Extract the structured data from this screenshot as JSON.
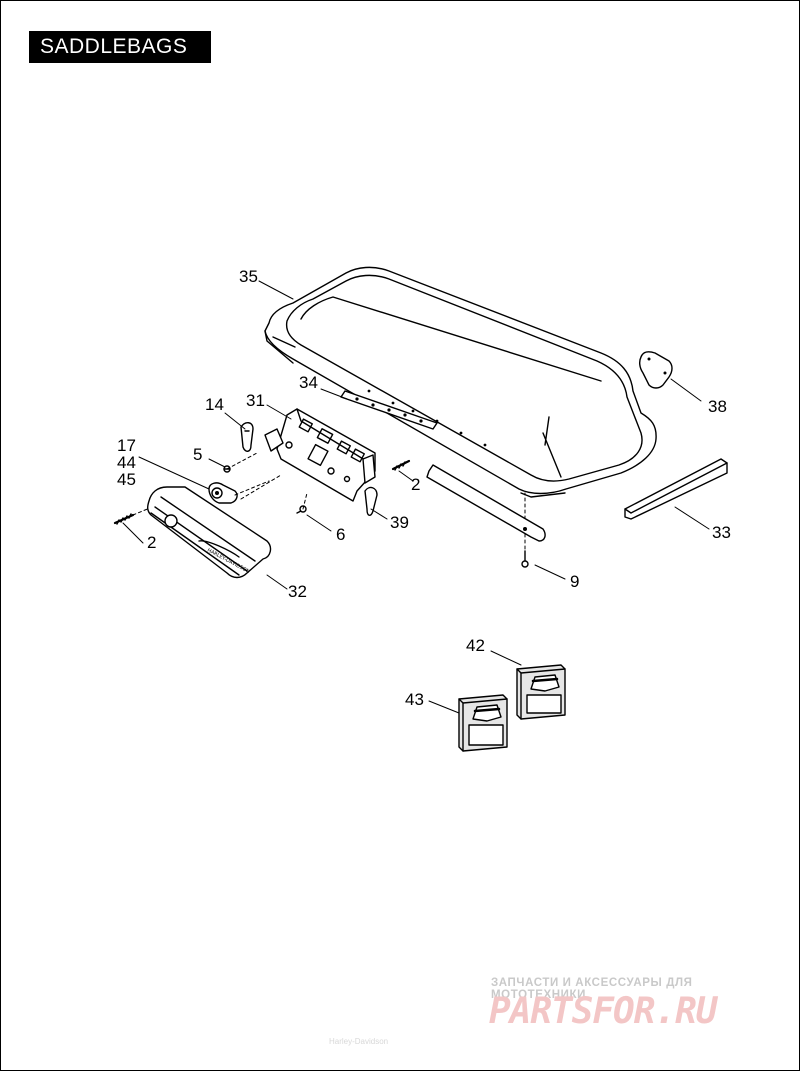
{
  "title": "SADDLEBAGS",
  "parts": [
    {
      "number": "35",
      "name": "saddlebag-lid"
    },
    {
      "number": "34",
      "name": "gasket-strip"
    },
    {
      "number": "31",
      "name": "hinge-latch-plate"
    },
    {
      "number": "14",
      "name": "latch-lever"
    },
    {
      "number": "17",
      "name": "lock-cylinder"
    },
    {
      "number": "44",
      "name": "lock-cylinder-alt"
    },
    {
      "number": "45",
      "name": "lock-cylinder-alt-2"
    },
    {
      "number": "5",
      "name": "screw"
    },
    {
      "number": "2",
      "name": "screw"
    },
    {
      "number": "6",
      "name": "screw"
    },
    {
      "number": "39",
      "name": "latch-lever-right"
    },
    {
      "number": "32",
      "name": "latch-cover-trim"
    },
    {
      "number": "38",
      "name": "bumper-pad"
    },
    {
      "number": "33",
      "name": "lid-trim-strip"
    },
    {
      "number": "9",
      "name": "strap-screw"
    },
    {
      "number": "42",
      "name": "emblem-box"
    },
    {
      "number": "43",
      "name": "emblem-box"
    }
  ],
  "labels": {
    "p35": "35",
    "p34": "34",
    "p31": "31",
    "p14": "14",
    "p17": "17",
    "p44": "44",
    "p45": "45",
    "p5": "5",
    "p2a": "2",
    "p2b": "2",
    "p6": "6",
    "p39": "39",
    "p32": "32",
    "p38": "38",
    "p33": "33",
    "p9": "9",
    "p42": "42",
    "p43": "43"
  },
  "watermark": {
    "tagline": "ЗАПЧАСТИ И АКСЕССУАРЫ ДЛЯ МОТОТЕХНИКИ",
    "logo": "PARTSFOR.RU"
  },
  "footer": "Harley-Davidson"
}
